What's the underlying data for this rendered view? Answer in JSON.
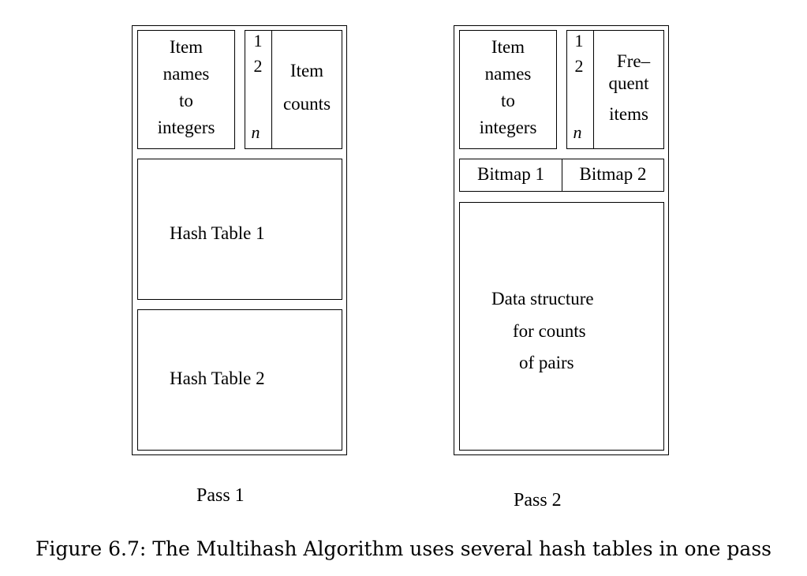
{
  "pass1": {
    "item_names": [
      "Item",
      "names",
      "to",
      "integers"
    ],
    "index": {
      "first": "1",
      "second": "2",
      "last": "n"
    },
    "item_counts": [
      "Item",
      "counts"
    ],
    "hash_table_1": "Hash Table 1",
    "hash_table_2": "Hash Table 2",
    "label": "Pass 1"
  },
  "pass2": {
    "item_names": [
      "Item",
      "names",
      "to",
      "integers"
    ],
    "index": {
      "first": "1",
      "second": "2",
      "last": "n"
    },
    "frequent_items": [
      "Fre–",
      "quent",
      "items"
    ],
    "bitmap_1": "Bitmap 1",
    "bitmap_2": "Bitmap 2",
    "data_structure": [
      "Data structure",
      "for counts",
      "of pairs"
    ],
    "label": "Pass 2"
  },
  "caption": "Figure 6.7: The Multihash Algorithm uses several hash tables in one pass"
}
